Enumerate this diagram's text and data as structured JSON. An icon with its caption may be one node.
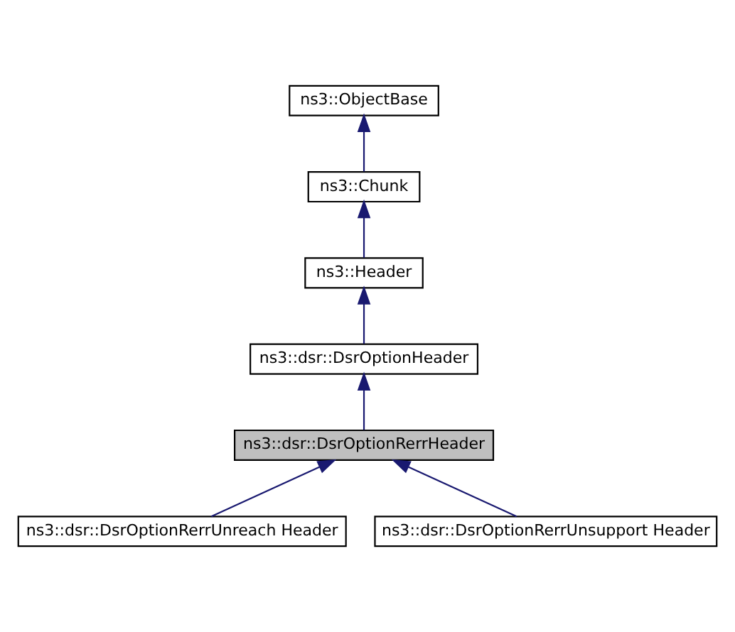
{
  "diagram": {
    "nodes": [
      {
        "text": [
          "ns3::ObjectBase"
        ]
      },
      {
        "text": [
          "ns3::Chunk"
        ]
      },
      {
        "text": [
          "ns3::Header"
        ]
      },
      {
        "text": [
          "ns3::dsr::DsrOptionHeader"
        ]
      },
      {
        "text": [
          "ns3::dsr::DsrOptionRerrHeader"
        ]
      },
      {
        "text": [
          "ns3::dsr::DsrOptionRerrUnreach Header"
        ]
      },
      {
        "text": [
          "ns3::dsr::DsrOptionRerrUnsupport Header"
        ]
      }
    ],
    "edges": [
      {
        "from": 1,
        "to": 0,
        "arrow": "to"
      },
      {
        "from": 2,
        "to": 1,
        "arrow": "to"
      },
      {
        "from": 3,
        "to": 2,
        "arrow": "to"
      },
      {
        "from": 4,
        "to": 3,
        "arrow": "to"
      },
      {
        "from": 5,
        "to": 4,
        "arrow": "to"
      },
      {
        "from": 6,
        "to": 4,
        "arrow": "to"
      }
    ]
  }
}
